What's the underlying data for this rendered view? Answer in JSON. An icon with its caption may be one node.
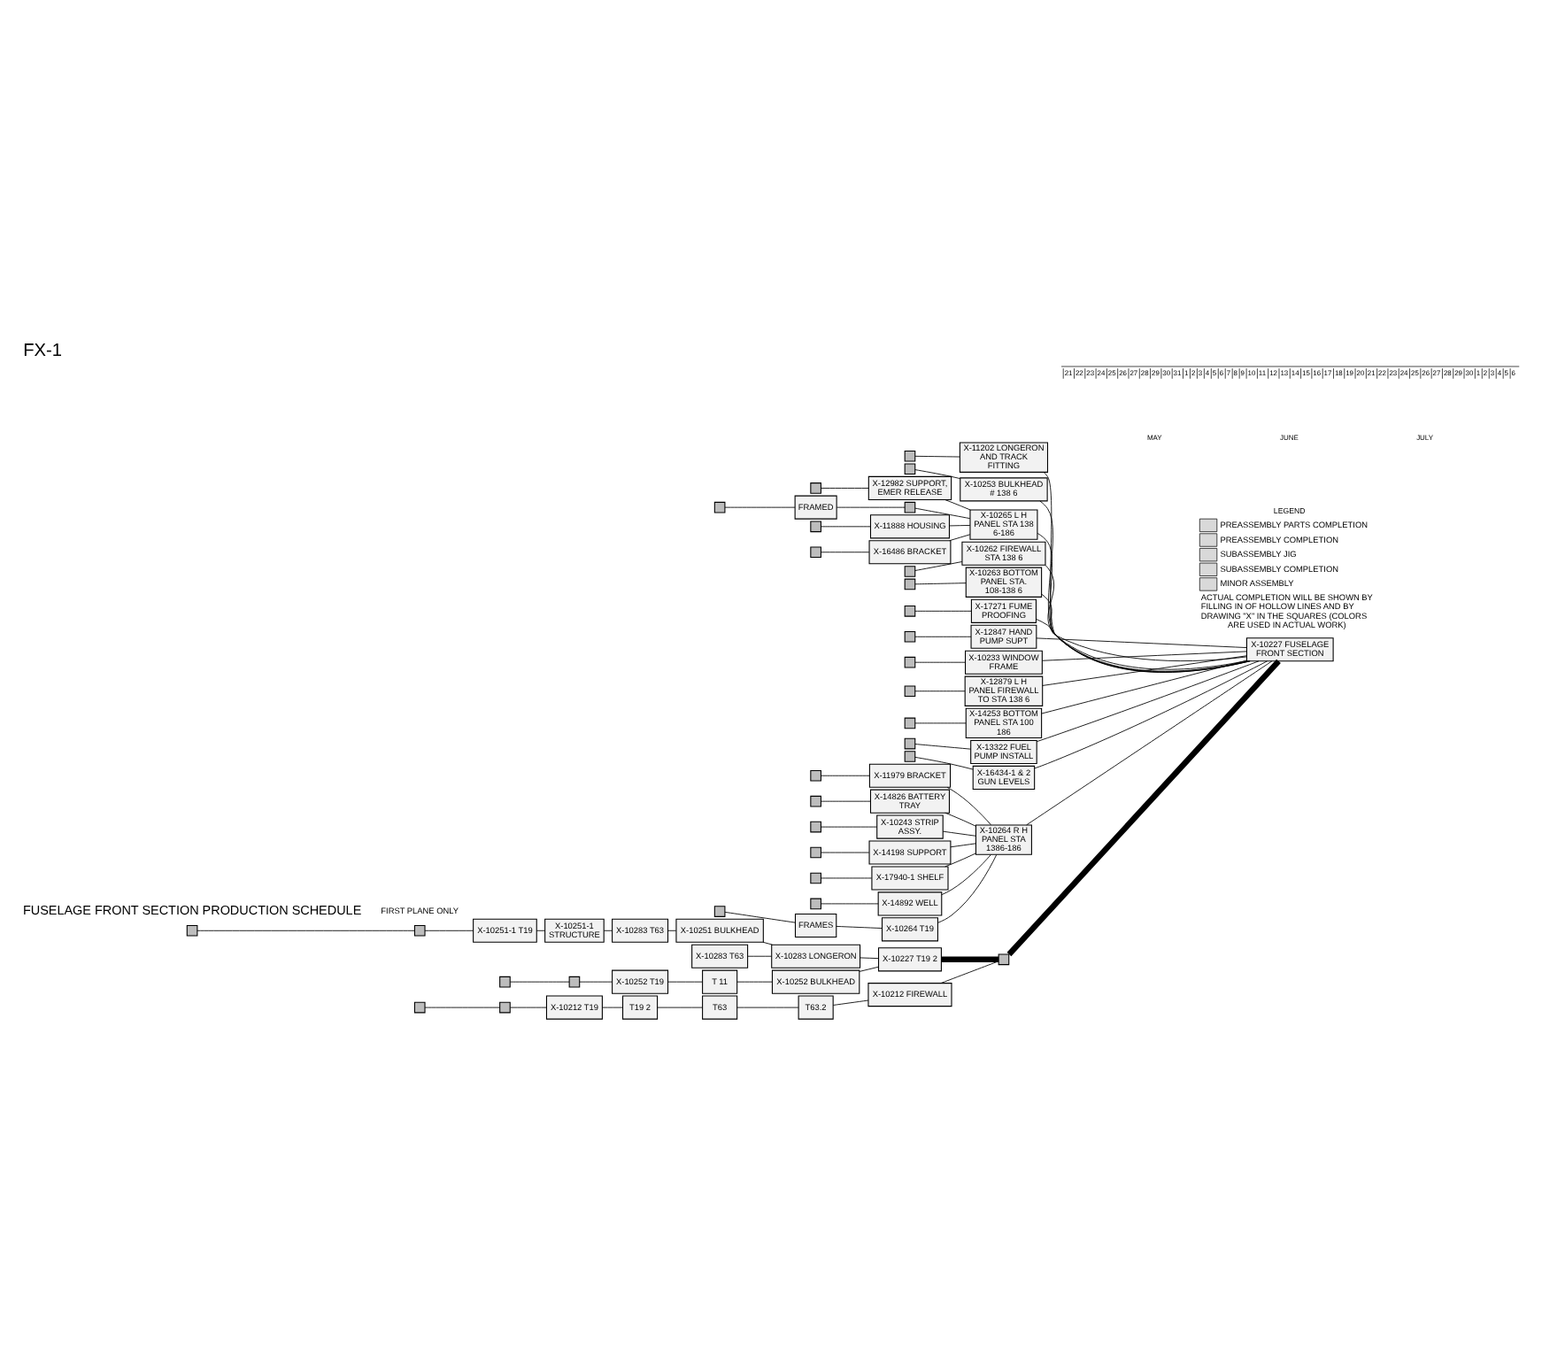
{
  "diagram": {
    "title": "FX-1",
    "nodes": [
      {
        "text": [],
        "shape": "box"
      },
      {
        "text": [],
        "shape": "box"
      },
      {
        "text": [
          "X-10251-1 T19"
        ]
      },
      {
        "text": [
          "X-10251-1 STRUCTURE"
        ]
      },
      {
        "text": [
          "X-10283 T63"
        ]
      },
      {
        "text": [
          "X-10251 BULKHEAD"
        ]
      },
      {
        "text": [
          "X-10283 T63"
        ]
      },
      {
        "text": [
          "X-10283 LONGERON"
        ]
      },
      {
        "text": [
          "X-10227 T19 2"
        ]
      },
      {
        "text": [],
        "shape": "box"
      },
      {
        "text": [
          "X-10252 T19"
        ]
      },
      {
        "text": [
          "T 11"
        ]
      },
      {
        "text": [
          "X-10252 BULKHEAD"
        ]
      },
      {
        "text": [],
        "shape": "box"
      },
      {
        "text": [],
        "shape": "box"
      },
      {
        "text": [
          "X-10212 T19"
        ]
      },
      {
        "text": [
          "T19 2"
        ]
      },
      {
        "text": [
          "T63"
        ]
      },
      {
        "text": [
          "T63.2"
        ]
      },
      {
        "text": [
          "X-10212 FIREWALL"
        ]
      },
      {
        "text": [],
        "shape": "box"
      },
      {
        "text": [],
        "shape": "box"
      },
      {
        "text": [],
        "shape": "box"
      },
      {
        "text": [
          "X-11202 LONGERON AND TRACK FITTING"
        ]
      },
      {
        "text": [],
        "shape": "box"
      },
      {
        "text": [
          "X-10253 BULKHEAD # 138 6"
        ]
      },
      {
        "text": [],
        "shape": "box"
      },
      {
        "text": [
          "X-12982 SUPPORT, EMER RELEASE"
        ]
      },
      {
        "text": [],
        "shape": "box"
      },
      {
        "text": [
          "FRAMED"
        ]
      },
      {
        "text": [],
        "shape": "box"
      },
      {
        "text": [
          "X-10265 L H PANEL STA 138 6-186"
        ]
      },
      {
        "text": [],
        "shape": "box"
      },
      {
        "text": [
          "X-11888 HOUSING"
        ]
      },
      {
        "text": [],
        "shape": "box"
      },
      {
        "text": [
          "X-16486 BRACKET"
        ]
      },
      {
        "text": [],
        "shape": "box"
      },
      {
        "text": [
          "X-10262 FIREWALL STA 138 6"
        ]
      },
      {
        "text": [],
        "shape": "box"
      },
      {
        "text": [
          "X-10263 BOTTOM PANEL STA. 108-138 6"
        ]
      },
      {
        "text": [],
        "shape": "box"
      },
      {
        "text": [
          "X-17271 FUME PROOFING"
        ]
      },
      {
        "text": [],
        "shape": "box"
      },
      {
        "text": [
          "X-12847 HAND PUMP SUPT"
        ]
      },
      {
        "text": [
          "X-10227 FUSELAGE FRONT SECTION"
        ]
      },
      {
        "text": [],
        "shape": "box"
      },
      {
        "text": [
          "X-10233 WINDOW FRAME"
        ]
      },
      {
        "text": [],
        "shape": "box"
      },
      {
        "text": [
          "X-12879 L H PANEL FIREWALL TO STA 138 6"
        ]
      },
      {
        "text": [],
        "shape": "box"
      },
      {
        "text": [
          "X-14253 BOTTOM PANEL STA 100 186"
        ]
      },
      {
        "text": [],
        "shape": "box"
      },
      {
        "text": [
          "X-13322 FUEL PUMP INSTALL"
        ]
      },
      {
        "text": [],
        "shape": "box"
      },
      {
        "text": [
          "X-16434-1 & 2 GUN LEVELS"
        ]
      },
      {
        "text": [],
        "shape": "box"
      },
      {
        "text": [
          "X-14198 SUPPORT"
        ]
      },
      {
        "text": [],
        "shape": "box"
      },
      {
        "text": [
          "X-17940-1 SHELF"
        ]
      },
      {
        "text": [],
        "shape": "box"
      },
      {
        "text": [
          "X-14892 WELL"
        ]
      },
      {
        "text": [
          "X-10264 T19"
        ]
      },
      {
        "text": [
          "X-10264 R H PANEL STA 1386-186"
        ]
      },
      {
        "text": [],
        "shape": "box"
      },
      {
        "text": [
          "X-11979 BRACKET"
        ]
      },
      {
        "text": [],
        "shape": "box"
      },
      {
        "text": [
          "FRAMES"
        ]
      },
      {
        "text": [],
        "shape": "box"
      },
      {
        "text": [
          "X-14826 BATTERY TRAY"
        ]
      },
      {
        "text": [],
        "shape": "box"
      },
      {
        "text": [
          "X-10243 STRIP ASSY."
        ]
      }
    ],
    "edges": [
      {
        "from": 0,
        "to": 1,
        "arrow": "none"
      },
      {
        "from": 1,
        "to": 2,
        "arrow": "none"
      },
      {
        "from": 2,
        "to": 3,
        "arrow": "none"
      },
      {
        "from": 3,
        "to": 4,
        "arrow": "none"
      },
      {
        "from": 4,
        "to": 5,
        "arrow": "none"
      },
      {
        "from": 5,
        "to": 7,
        "arrow": "none"
      },
      {
        "from": 6,
        "to": 7,
        "arrow": "none"
      },
      {
        "from": 7,
        "to": 8,
        "arrow": "none"
      },
      {
        "from": 8,
        "to": 9,
        "arrow": "none",
        "style": "thick"
      },
      {
        "from": 9,
        "to": 44,
        "arrow": "none",
        "style": "thick"
      },
      {
        "from": 10,
        "to": 11,
        "arrow": "none"
      },
      {
        "from": 11,
        "to": 12,
        "arrow": "none"
      },
      {
        "from": 12,
        "to": 8,
        "arrow": "none"
      },
      {
        "from": 13,
        "to": 14,
        "arrow": "none"
      },
      {
        "from": 14,
        "to": 10,
        "arrow": "none"
      },
      {
        "from": 15,
        "to": 16,
        "arrow": "none"
      },
      {
        "from": 16,
        "to": 17,
        "arrow": "none"
      },
      {
        "from": 17,
        "to": 18,
        "arrow": "none"
      },
      {
        "from": 18,
        "to": 19,
        "arrow": "none"
      },
      {
        "from": 19,
        "to": 9,
        "arrow": "none"
      },
      {
        "from": 20,
        "to": 21,
        "arrow": "none"
      },
      {
        "from": 21,
        "to": 15,
        "arrow": "none"
      },
      {
        "from": 22,
        "to": 23,
        "arrow": "none"
      },
      {
        "from": 23,
        "to": 44,
        "arrow": "none"
      },
      {
        "from": 24,
        "to": 25,
        "arrow": "none"
      },
      {
        "from": 25,
        "to": 44,
        "arrow": "none"
      },
      {
        "from": 26,
        "to": 27,
        "arrow": "none"
      },
      {
        "from": 27,
        "to": 31,
        "arrow": "none"
      },
      {
        "from": 28,
        "to": 29,
        "arrow": "none"
      },
      {
        "from": 29,
        "to": 30,
        "arrow": "none"
      },
      {
        "from": 30,
        "to": 31,
        "arrow": "none"
      },
      {
        "from": 32,
        "to": 33,
        "arrow": "none"
      },
      {
        "from": 33,
        "to": 31,
        "arrow": "none"
      },
      {
        "from": 34,
        "to": 35,
        "arrow": "none"
      },
      {
        "from": 35,
        "to": 31,
        "arrow": "none"
      },
      {
        "from": 36,
        "to": 37,
        "arrow": "none"
      },
      {
        "from": 37,
        "to": 44,
        "arrow": "none"
      },
      {
        "from": 31,
        "to": 44,
        "arrow": "none"
      },
      {
        "from": 38,
        "to": 39,
        "arrow": "none"
      },
      {
        "from": 39,
        "to": 44,
        "arrow": "none"
      },
      {
        "from": 40,
        "to": 41,
        "arrow": "none"
      },
      {
        "from": 41,
        "to": 44,
        "arrow": "none"
      },
      {
        "from": 42,
        "to": 43,
        "arrow": "none"
      },
      {
        "from": 43,
        "to": 44,
        "arrow": "none"
      },
      {
        "from": 45,
        "to": 46,
        "arrow": "none"
      },
      {
        "from": 46,
        "to": 44,
        "arrow": "none"
      },
      {
        "from": 47,
        "to": 48,
        "arrow": "none"
      },
      {
        "from": 48,
        "to": 44,
        "arrow": "none"
      },
      {
        "from": 49,
        "to": 50,
        "arrow": "none"
      },
      {
        "from": 50,
        "to": 44,
        "arrow": "none"
      },
      {
        "from": 51,
        "to": 52,
        "arrow": "none"
      },
      {
        "from": 52,
        "to": 44,
        "arrow": "none"
      },
      {
        "from": 53,
        "to": 54,
        "arrow": "none"
      },
      {
        "from": 54,
        "to": 44,
        "arrow": "none"
      },
      {
        "from": 55,
        "to": 56,
        "arrow": "none"
      },
      {
        "from": 56,
        "to": 62,
        "arrow": "none"
      },
      {
        "from": 57,
        "to": 58,
        "arrow": "none"
      },
      {
        "from": 58,
        "to": 62,
        "arrow": "none"
      },
      {
        "from": 59,
        "to": 60,
        "arrow": "none"
      },
      {
        "from": 60,
        "to": 62,
        "arrow": "none"
      },
      {
        "from": 61,
        "to": 62,
        "arrow": "none"
      },
      {
        "from": 62,
        "to": 44,
        "arrow": "none"
      },
      {
        "from": 63,
        "to": 64,
        "arrow": "none"
      },
      {
        "from": 64,
        "to": 62,
        "arrow": "none"
      },
      {
        "from": 65,
        "to": 66,
        "arrow": "none"
      },
      {
        "from": 66,
        "to": 61,
        "arrow": "none"
      },
      {
        "from": 67,
        "to": 68,
        "arrow": "none"
      },
      {
        "from": 68,
        "to": 62,
        "arrow": "none"
      },
      {
        "from": 69,
        "to": 70,
        "arrow": "none"
      },
      {
        "from": 70,
        "to": 62,
        "arrow": "none"
      }
    ],
    "labels": [
      "FUSELAGE FRONT SECTION PRODUCTION SCHEDULE",
      "FIRST PLANE ONLY",
      "LEGEND",
      "ACTUAL COMPLETION WILL BE SHOWN BY FILLING IN OF HOLLOW LINES AND BY DRAWING \"X\" IN THE SQUARES (COLORS ARE USED IN ACTUAL WORK)",
      "21",
      "22",
      "23",
      "24",
      "25",
      "26",
      "27",
      "28",
      "29",
      "30",
      "31",
      "1",
      "2",
      "3",
      "4",
      "5",
      "6",
      "7",
      "8",
      "9",
      "10",
      "11",
      "12",
      "13",
      "14",
      "15",
      "16",
      "17",
      "18",
      "19",
      "20",
      "21",
      "22",
      "23",
      "24",
      "25",
      "26",
      "27",
      "28",
      "29",
      "30",
      "1",
      "2",
      "3",
      "4",
      "5",
      "6",
      "MAY",
      "JUNE",
      "JULY"
    ],
    "legend": [
      {
        "text": "PREASSEMBLY PARTS COMPLETION"
      },
      {
        "text": "PREASSEMBLY COMPLETION"
      },
      {
        "text": "SUBASSEMBLY JIG"
      },
      {
        "text": "SUBASSEMBLY COMPLETION"
      },
      {
        "text": "MINOR ASSEMBLY"
      }
    ]
  }
}
